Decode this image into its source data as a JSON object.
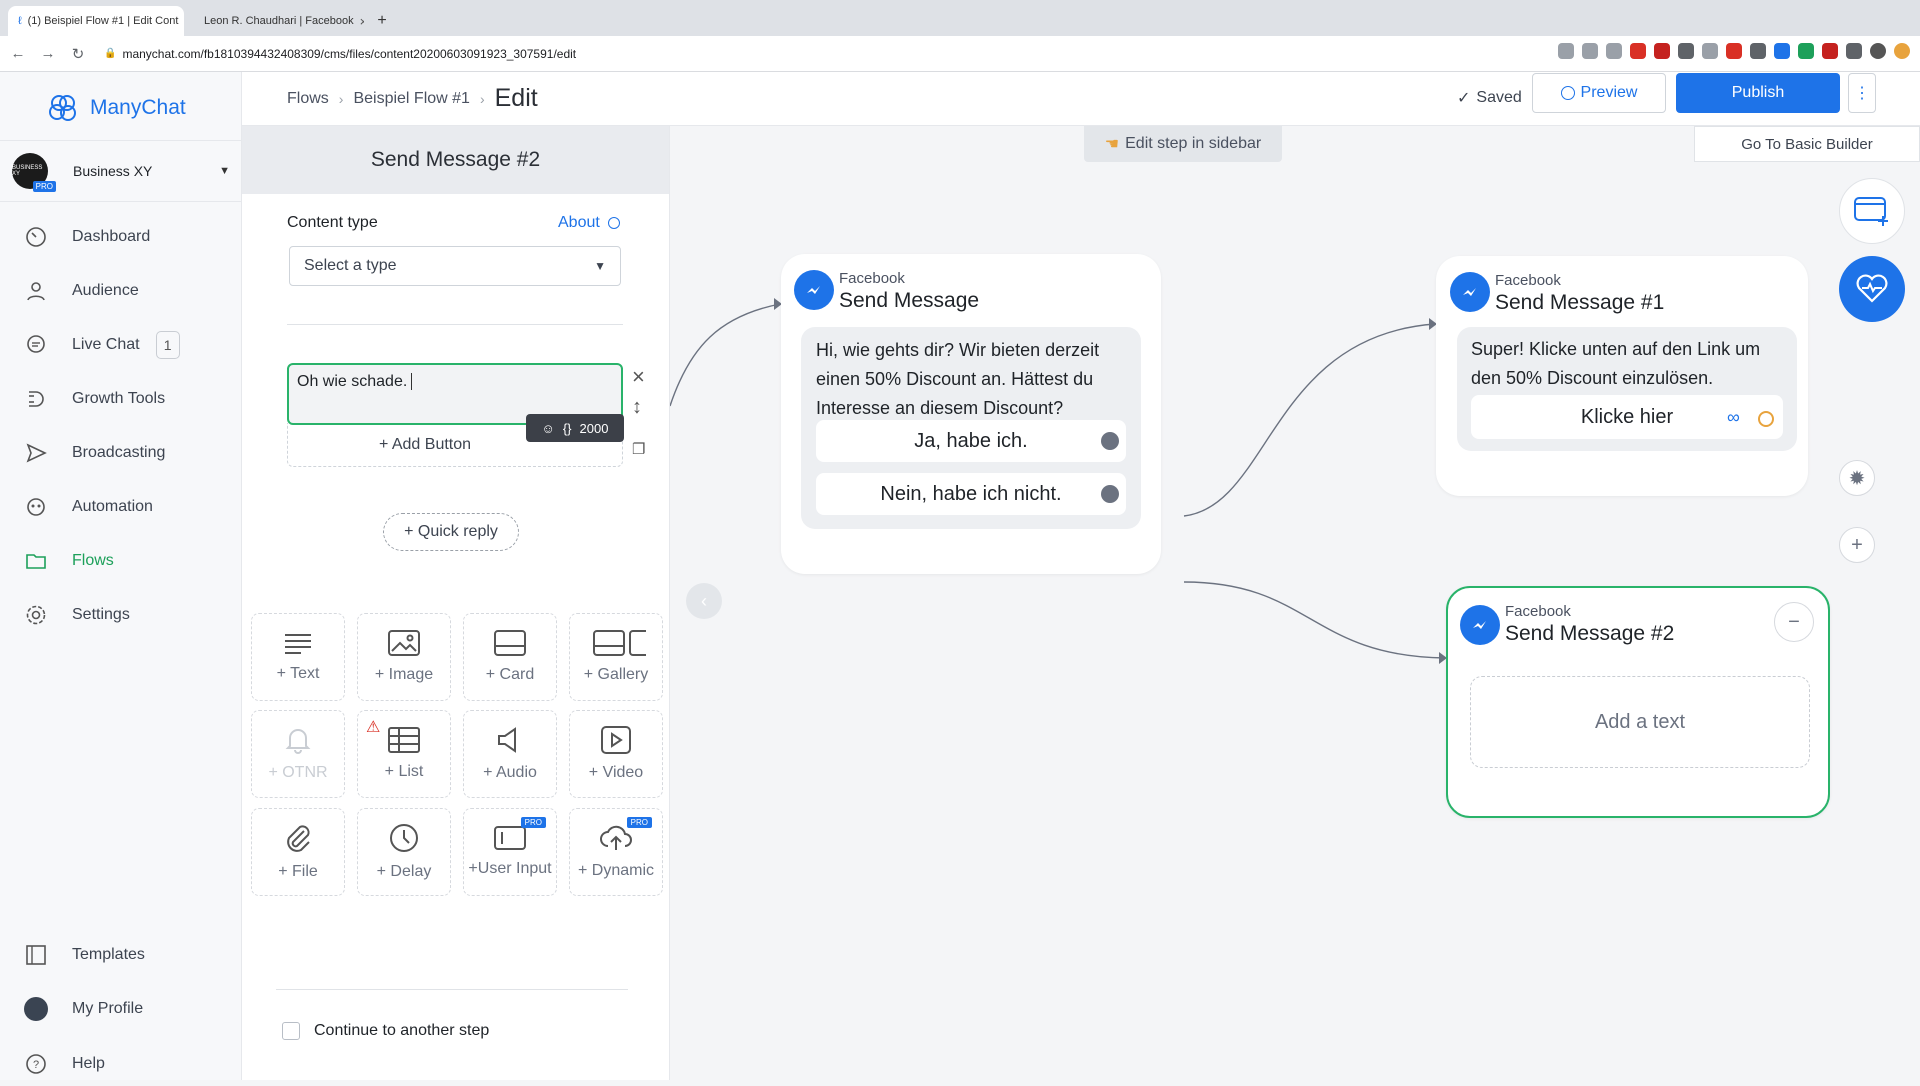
{
  "browser": {
    "tabs": [
      {
        "label": "(1) Beispiel Flow #1 | Edit Cont"
      },
      {
        "label": "Leon R. Chaudhari | Facebook"
      }
    ],
    "new_tab_symbol": "+",
    "url": "manychat.com/fb181039443240830­9/cms/files/content20200603091923_307591/edit"
  },
  "brand": {
    "name": "ManyChat"
  },
  "account": {
    "name": "Business XY",
    "plan_badge": "PRO",
    "avatar_text": "BUSINESS XY"
  },
  "nav": {
    "dashboard": "Dashboard",
    "audience": "Audience",
    "live_chat": "Live Chat",
    "live_chat_count": "1",
    "growth_tools": "Growth Tools",
    "broadcasting": "Broadcasting",
    "automation": "Automation",
    "flows": "Flows",
    "settings": "Settings",
    "templates": "Templates",
    "my_profile": "My Profile",
    "help": "Help"
  },
  "header": {
    "crumb_flows": "Flows",
    "crumb_flow": "Beispiel Flow #1",
    "crumb_current": "Edit",
    "saved": "Saved",
    "preview": "Preview",
    "publish": "Publish"
  },
  "panel": {
    "title": "Send Message #2",
    "content_type_label": "Content type",
    "about": "About",
    "select_placeholder": "Select a type",
    "text_value": "Oh wie schade.",
    "char_counter": "2000",
    "add_button": "+ Add Button",
    "quick_reply": "+ Quick reply",
    "tiles": {
      "text": "+ Text",
      "image": "+ Image",
      "card": "+ Card",
      "gallery": "+ Gallery",
      "otnr": "+ OTNR",
      "list": "+ List",
      "audio": "+ Audio",
      "video": "+ Video",
      "file": "+ File",
      "delay": "+ Delay",
      "user_input": "+User Input",
      "dynamic": "+ Dynamic"
    },
    "pro_badge": "PRO",
    "continue_label": "Continue to another step"
  },
  "canvas": {
    "hint": "Edit step in sidebar",
    "basic_builder": "Go To Basic Builder",
    "node1": {
      "source": "Facebook",
      "title": "Send Message",
      "text": "Hi, wie gehts dir? Wir bieten derzeit einen 50% Discount an. Hättest du Interesse an diesem Discount?",
      "button1": "Ja, habe ich.",
      "button2": "Nein, habe ich nicht."
    },
    "node2": {
      "source": "Facebook",
      "title": "Send Message #1",
      "text": "Super! Klicke unten auf den Link um den 50% Discount einzulösen.",
      "button": "Klicke hier"
    },
    "node3": {
      "source": "Facebook",
      "title": "Send Message #2",
      "placeholder": "Add a text"
    }
  },
  "colors": {
    "accent": "#1e73e8",
    "active_green": "#1da05a",
    "selected_border": "#29b36a"
  }
}
